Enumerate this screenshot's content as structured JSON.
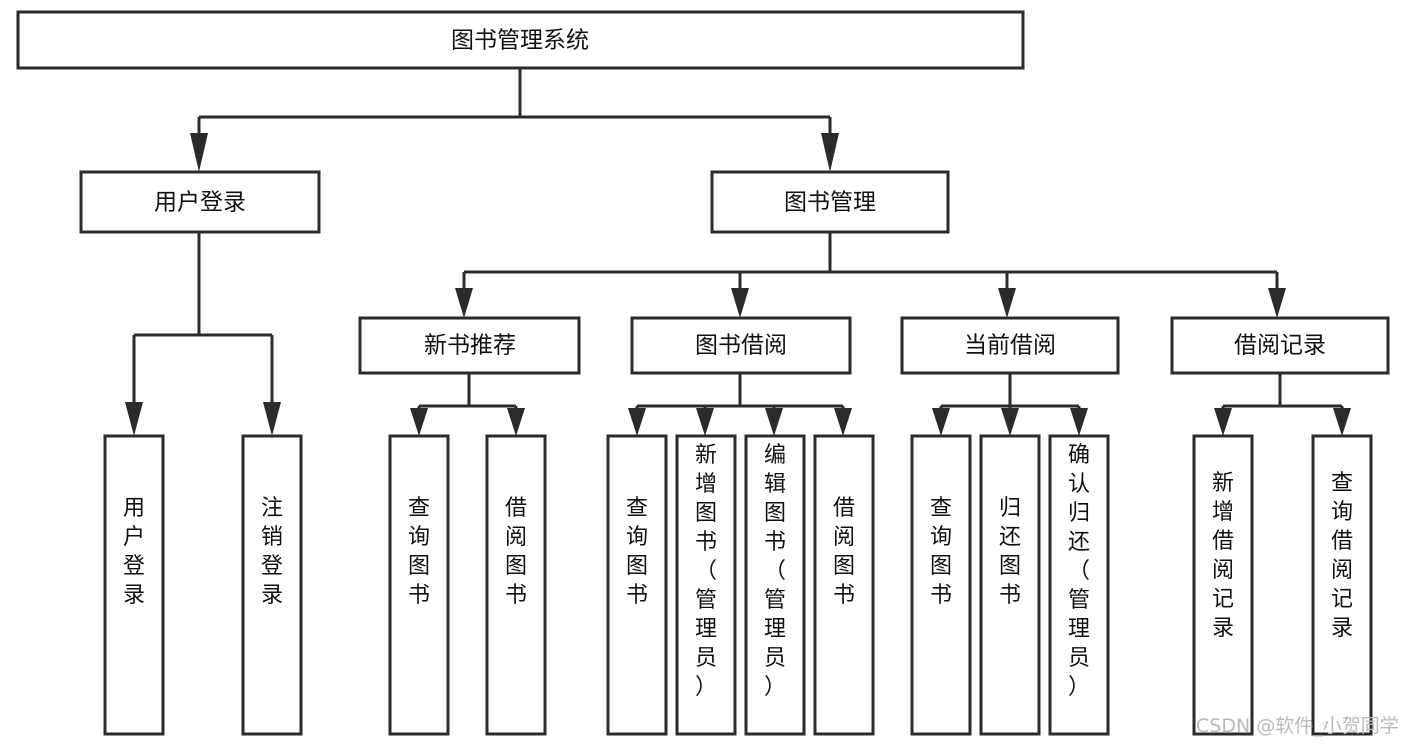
{
  "diagram": {
    "type": "tree",
    "title": "图书管理系统",
    "orientation": "top-down",
    "root": {
      "id": "root",
      "label": "图书管理系统",
      "orientation": "horizontal"
    },
    "level2": [
      {
        "id": "user-login",
        "label": "用户登录",
        "orientation": "horizontal"
      },
      {
        "id": "book-manage",
        "label": "图书管理",
        "orientation": "horizontal"
      }
    ],
    "level3": [
      {
        "id": "new-book-recommend",
        "label": "新书推荐",
        "parent": "book-manage",
        "orientation": "horizontal"
      },
      {
        "id": "book-borrow",
        "label": "图书借阅",
        "parent": "book-manage",
        "orientation": "horizontal"
      },
      {
        "id": "current-borrow",
        "label": "当前借阅",
        "parent": "book-manage",
        "orientation": "horizontal"
      },
      {
        "id": "borrow-record",
        "label": "借阅记录",
        "parent": "book-manage",
        "orientation": "horizontal"
      }
    ],
    "leaves": [
      {
        "id": "leaf-user-login",
        "label": "用户登录",
        "parent": "user-login",
        "orientation": "vertical"
      },
      {
        "id": "leaf-logout-login",
        "label": "注销登录",
        "parent": "user-login",
        "orientation": "vertical"
      },
      {
        "id": "leaf-query-book-1",
        "label": "查询图书",
        "parent": "new-book-recommend",
        "orientation": "vertical"
      },
      {
        "id": "leaf-borrow-book-1",
        "label": "借阅图书",
        "parent": "new-book-recommend",
        "orientation": "vertical"
      },
      {
        "id": "leaf-query-book-2",
        "label": "查询图书",
        "parent": "book-borrow",
        "orientation": "vertical"
      },
      {
        "id": "leaf-add-book",
        "label": "新增图书（管理员）",
        "parent": "book-borrow",
        "orientation": "vertical"
      },
      {
        "id": "leaf-edit-book",
        "label": "编辑图书（管理员）",
        "parent": "book-borrow",
        "orientation": "vertical"
      },
      {
        "id": "leaf-borrow-book-2",
        "label": "借阅图书",
        "parent": "book-borrow",
        "orientation": "vertical"
      },
      {
        "id": "leaf-query-book-3",
        "label": "查询图书",
        "parent": "current-borrow",
        "orientation": "vertical"
      },
      {
        "id": "leaf-return-book",
        "label": "归还图书",
        "parent": "current-borrow",
        "orientation": "vertical"
      },
      {
        "id": "leaf-confirm-return",
        "label": "确认归还（管理员）",
        "parent": "current-borrow",
        "orientation": "vertical"
      },
      {
        "id": "leaf-add-borrow-record",
        "label": "新增借阅记录",
        "parent": "borrow-record",
        "orientation": "vertical"
      },
      {
        "id": "leaf-query-borrow-record",
        "label": "查询借阅记录",
        "parent": "borrow-record",
        "orientation": "vertical"
      }
    ]
  },
  "watermark": {
    "text": "CSDN @软件_小贺同学"
  },
  "colors": {
    "background": "#ffffff",
    "box_fill": "#ffffff",
    "box_stroke": "#2b2b2b",
    "connector": "#2b2b2b",
    "text": "#111111",
    "watermark": "#b9b9b9"
  }
}
